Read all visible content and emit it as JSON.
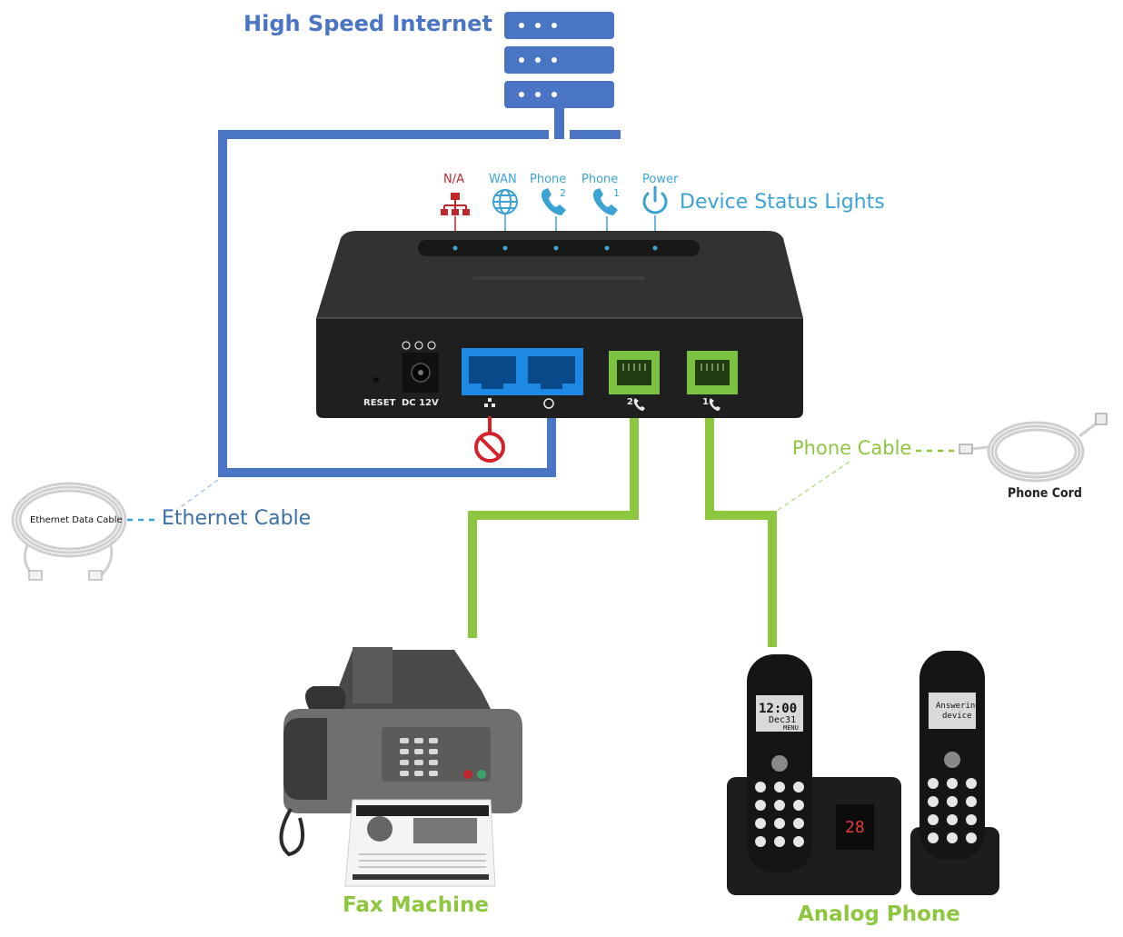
{
  "labels": {
    "high_speed_internet": "High Speed Internet",
    "device_status_lights": "Device Status Lights",
    "ethernet_cable": "Ethernet Cable",
    "ethernet_data_cable": "Ethernet Data Cable",
    "phone_cable": "Phone Cable",
    "phone_cord": "Phone Cord",
    "fax_machine": "Fax Machine",
    "analog_phone": "Analog Phone"
  },
  "status_lights": [
    {
      "label": "N/A"
    },
    {
      "label": "WAN"
    },
    {
      "label": "Phone",
      "number": "2"
    },
    {
      "label": "Phone",
      "number": "1"
    },
    {
      "label": "Power"
    }
  ],
  "ports": {
    "reset": "RESET",
    "dc": "DC 12V",
    "phone2": "2",
    "phone1": "1"
  },
  "handset": {
    "time": "12:00",
    "date": "Dec31",
    "menu": "MENU",
    "answering": "Answering",
    "device": "device",
    "base_display": "28"
  },
  "colors": {
    "internet_blue": "#4a74c4",
    "ethernet_blue": "#4a74c4",
    "phone_green": "#8dc63f",
    "status_blue": "#3ba3d4",
    "na_red": "#c0262c",
    "device_body": "#2a2a2a"
  }
}
